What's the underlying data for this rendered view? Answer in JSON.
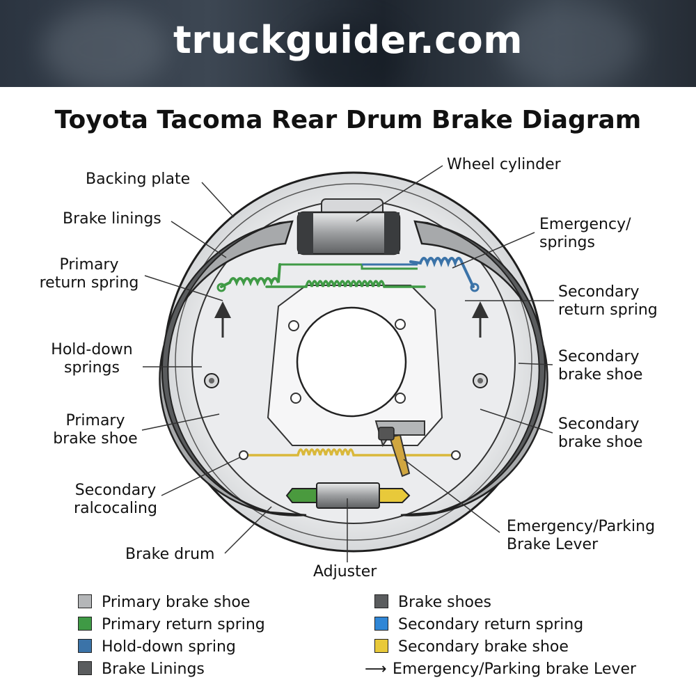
{
  "header": {
    "site": "truckguider.com"
  },
  "diagram": {
    "title": "Toyota Tacoma Rear Drum Brake Diagram",
    "labels": {
      "backing_plate": "Backing plate",
      "brake_linings": "Brake linings",
      "primary_return_spring_1": "Primary",
      "primary_return_spring_2": "return spring",
      "hold_down_springs_1": "Hold-down",
      "hold_down_springs_2": "springs",
      "primary_brake_shoe_1": "Primary",
      "primary_brake_shoe_2": "brake shoe",
      "secondary_ralcocaling_1": "Secondary",
      "secondary_ralcocaling_2": "ralcocaling",
      "brake_drum": "Brake drum",
      "wheel_cylinder": "Wheel cylinder",
      "emergency_springs_1": "Emergency/",
      "emergency_springs_2": "springs",
      "secondary_return_spring_1": "Secondary",
      "secondary_return_spring_2": "return spring",
      "secondary_brake_shoe_a_1": "Secondary",
      "secondary_brake_shoe_a_2": "brake shoe",
      "secondary_brake_shoe_b_1": "Secondary",
      "secondary_brake_shoe_b_2": "brake shoe",
      "parking_lever_1": "Emergency/Parking",
      "parking_lever_2": "Brake Lever",
      "adjuster": "Adjuster"
    }
  },
  "legend": {
    "left": [
      {
        "label": "Primary brake shoe",
        "color": "#b4b6b8"
      },
      {
        "label": "Primary return spring",
        "color": "#3f9a45"
      },
      {
        "label": "Hold-down spring",
        "color": "#3b73a8"
      },
      {
        "label": "Brake Linings",
        "color": "#5a5c5e"
      }
    ],
    "right": [
      {
        "label": "Brake shoes",
        "color": "#5a5c5e"
      },
      {
        "label": "Secondary return spring",
        "color": "#2f86d6"
      },
      {
        "label": "Secondary brake shoe",
        "color": "#e8c93a"
      },
      {
        "label": "Emergency/Parking brake Lever",
        "icon": "arrow-right-icon"
      }
    ]
  },
  "colors": {
    "banner_dark": "#2b3440",
    "green_spring": "#3f9a45",
    "blue_spring": "#3b73a8",
    "yellow_spring": "#d9b83a",
    "shoe_gray": "#9a9c9e",
    "lining_dark": "#5a5c5e"
  }
}
